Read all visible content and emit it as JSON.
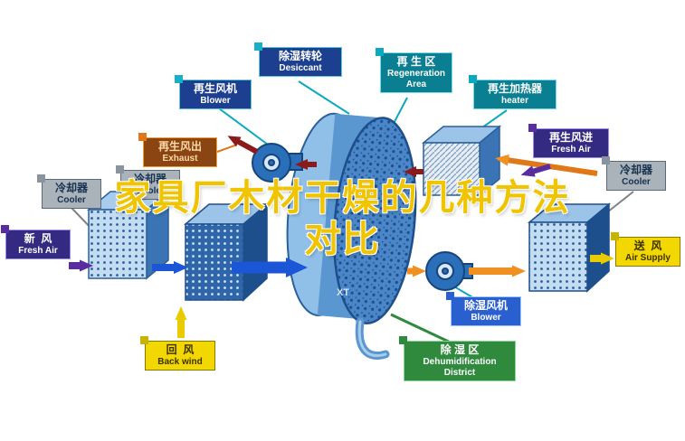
{
  "watermark": {
    "line1": "家具厂木材干燥的几种方法",
    "line2": "对比",
    "logo": "XT"
  },
  "labels": {
    "desiccant": {
      "zh": "除湿转轮",
      "en": "Desiccant"
    },
    "regen_blower": {
      "zh": "再生风机",
      "en": "Blower"
    },
    "regen_area": {
      "zh": "再 生 区",
      "en": "Regeneration Area"
    },
    "regen_heater": {
      "zh": "再生加热器",
      "en": "heater"
    },
    "exhaust": {
      "zh": "再生风出",
      "en": "Exhaust"
    },
    "cooler_left_inner": {
      "zh": "冷却器",
      "en": "Cooler"
    },
    "cooler_left_outer": {
      "zh": "冷却器",
      "en": "Cooler"
    },
    "regen_fresh_air": {
      "zh": "再生风进",
      "en": "Fresh Air"
    },
    "cooler_right": {
      "zh": "冷却器",
      "en": "Cooler"
    },
    "fresh_air": {
      "zh": "新  风",
      "en": "Fresh Air"
    },
    "air_supply": {
      "zh": "送  风",
      "en": "Air Supply"
    },
    "back_wind": {
      "zh": "回  风",
      "en": "Back wind"
    },
    "dehumid_blower": {
      "zh": "除湿风机",
      "en": "Blower"
    },
    "dehumid_district": {
      "zh": "除 湿 区",
      "en": "Dehumidification District"
    }
  },
  "colors": {
    "label_navy": "#1d3f8f",
    "label_teal": "#0b7f92",
    "label_blue": "#2a5fd0",
    "label_purple": "#352a82",
    "label_gray": "#aab2ba",
    "label_yellow": "#f2d800",
    "label_brown": "#8a4512",
    "label_green": "#2f8a3e",
    "arrow_blue": "#1a56d6",
    "arrow_orange": "#f09020",
    "arrow_darkred": "#8b1a1a",
    "arrow_purple": "#5a2d9e",
    "arrow_yellow": "#e8cc00",
    "wheel_blue": "#4a86c8",
    "watermark_yellow": "#f0c400"
  }
}
